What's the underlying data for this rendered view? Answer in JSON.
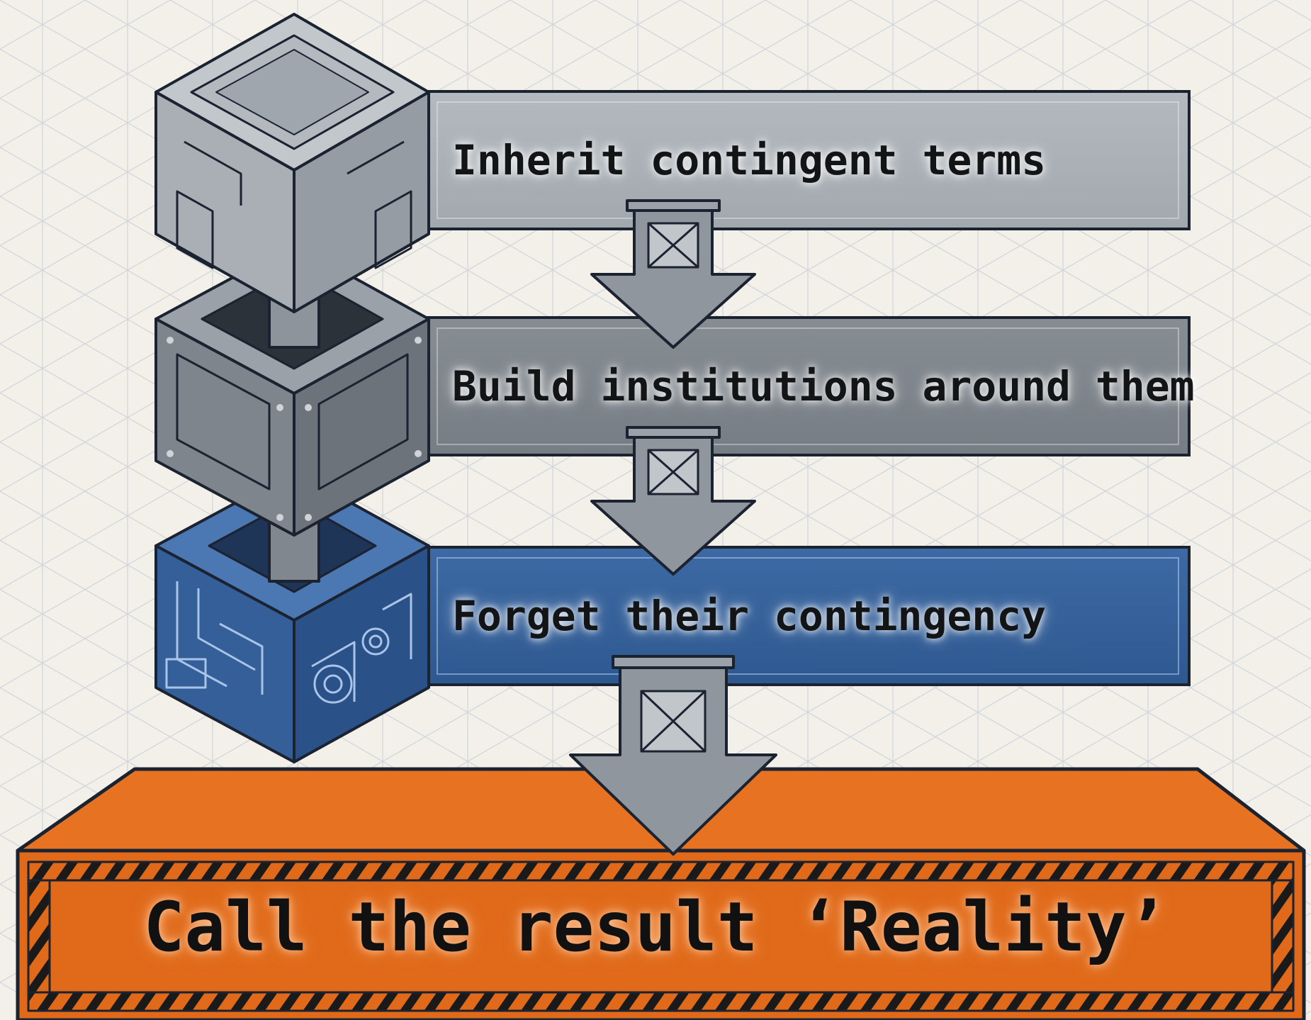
{
  "steps": [
    {
      "label": "Inherit contingent terms",
      "color": "#a9afb5"
    },
    {
      "label": "Build institutions around them",
      "color": "#7d848b"
    },
    {
      "label": "Forget their contingency",
      "color": "#335f98"
    }
  ],
  "result": {
    "label": "Call the result ‘Reality’",
    "color": "#e06a1a"
  },
  "colors": {
    "background": "#f3f0ea",
    "grid_line": "#c9cfd6",
    "outline": "#1b2230",
    "hazard_stripe": "#1a1a1a",
    "arrow_fill": "#8f969d"
  },
  "icons": [
    "concrete-block-icon",
    "metal-crate-icon",
    "blue-machine-block-icon",
    "down-arrow-icon"
  ]
}
